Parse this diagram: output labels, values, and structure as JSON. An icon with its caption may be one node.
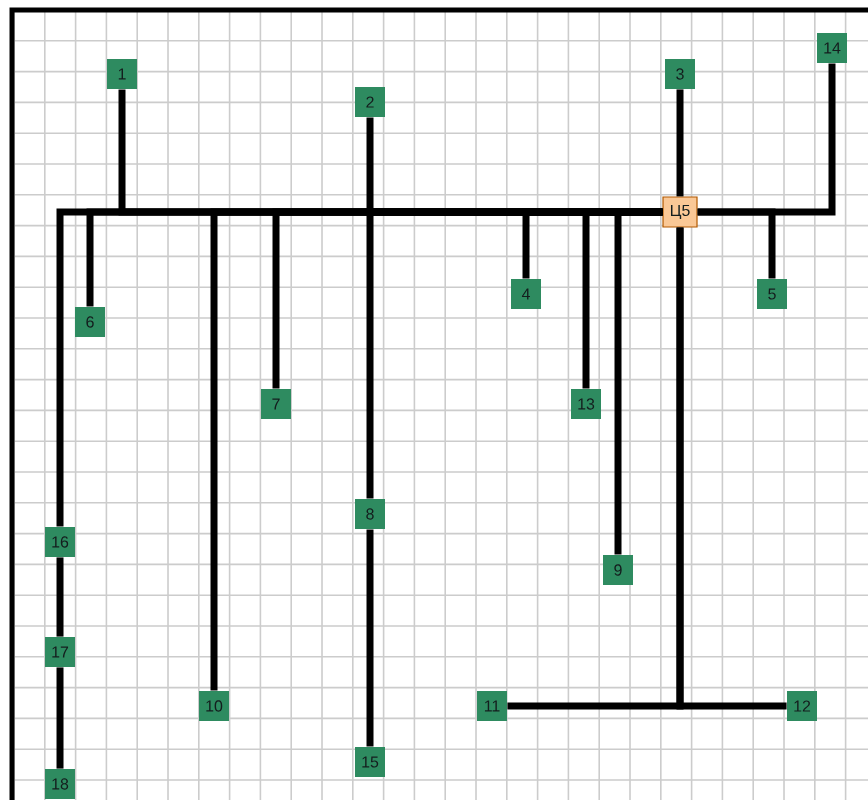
{
  "diagram": {
    "nodes": [
      {
        "text": [
          "14"
        ]
      },
      {
        "text": [
          "1"
        ]
      },
      {
        "text": [
          "3"
        ]
      },
      {
        "text": [
          "2"
        ]
      },
      {
        "text": [
          "Ц5"
        ]
      },
      {
        "text": [
          "4"
        ]
      },
      {
        "text": [
          "5"
        ]
      },
      {
        "text": [
          "6"
        ]
      },
      {
        "text": [
          "7"
        ]
      },
      {
        "text": [
          "13"
        ]
      },
      {
        "text": [
          "8"
        ]
      },
      {
        "text": [
          "16"
        ]
      },
      {
        "text": [
          "9"
        ]
      },
      {
        "text": [
          "17"
        ]
      },
      {
        "text": [
          "10"
        ]
      },
      {
        "text": [
          "11"
        ]
      },
      {
        "text": [
          "12"
        ]
      },
      {
        "text": [
          "15"
        ]
      },
      {
        "text": [
          "18"
        ]
      }
    ],
    "edges": [
      {
        "from": 4,
        "to": 1,
        "arrow": "none"
      },
      {
        "from": 4,
        "to": 3,
        "arrow": "none"
      },
      {
        "from": 4,
        "to": 2,
        "arrow": "none"
      },
      {
        "from": 4,
        "to": 0,
        "arrow": "none"
      },
      {
        "from": 4,
        "to": 6,
        "arrow": "none"
      },
      {
        "from": 4,
        "to": 7,
        "arrow": "none"
      },
      {
        "from": 4,
        "to": 11,
        "arrow": "none"
      },
      {
        "from": 4,
        "to": 14,
        "arrow": "none"
      },
      {
        "from": 4,
        "to": 8,
        "arrow": "none"
      },
      {
        "from": 4,
        "to": 10,
        "arrow": "none"
      },
      {
        "from": 4,
        "to": 5,
        "arrow": "none"
      },
      {
        "from": 4,
        "to": 9,
        "arrow": "none"
      },
      {
        "from": 4,
        "to": 12,
        "arrow": "none"
      },
      {
        "from": 4,
        "to": 15,
        "arrow": "none"
      },
      {
        "from": 4,
        "to": 16,
        "arrow": "none"
      },
      {
        "from": 10,
        "to": 17,
        "arrow": "none"
      },
      {
        "from": 11,
        "to": 13,
        "arrow": "none"
      },
      {
        "from": 13,
        "to": 18,
        "arrow": "none"
      }
    ]
  }
}
